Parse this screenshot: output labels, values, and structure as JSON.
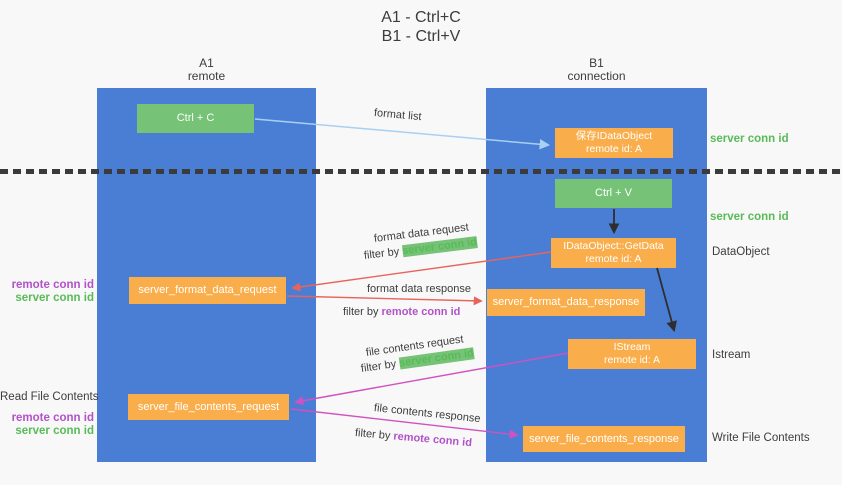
{
  "title": {
    "line1": "A1 - Ctrl+C",
    "line2": "B1 - Ctrl+V"
  },
  "lifelines": {
    "left": {
      "id": "A1",
      "subtitle": "remote"
    },
    "right": {
      "id": "B1",
      "subtitle": "connection"
    }
  },
  "nodes": {
    "ctrl_c": "Ctrl + C",
    "ctrl_v": "Ctrl + V",
    "save_idataobject_line1": "保存IDataObject",
    "save_idataobject_line2": "remote id: A",
    "getdata_line1": "IDataObject::GetData",
    "getdata_line2": "remote id: A",
    "istream_line1": "IStream",
    "istream_line2": "remote id: A",
    "format_request": "server_format_data_request",
    "format_response": "server_format_data_response",
    "file_request": "server_file_contents_request",
    "file_response": "server_file_contents_response"
  },
  "side_labels": {
    "server_conn_id_top": "server conn id",
    "server_conn_id_mid": "server conn id",
    "dataobject": "DataObject",
    "istream": "Istream",
    "write_file_contents": "Write File Contents",
    "read_file_contents": "Read File Contents",
    "left_group1_line1": "remote conn id",
    "left_group1_line2": "server conn id",
    "left_group2_line1": "remote conn id",
    "left_group2_line2": "server conn id"
  },
  "arrow_labels": {
    "format_list": "format list",
    "format_data_request": "format data request",
    "format_data_response": "format data response",
    "file_contents_request": "file contents request",
    "file_contents_response": "file contents response",
    "filter_by": "filter by ",
    "server_conn_id": "server conn id",
    "remote_conn_id": "remote conn id"
  },
  "colors": {
    "bg": "#f8f8f8",
    "lane_blue": "#4a7ed5",
    "green_box": "#76c277",
    "orange_box": "#f9ae4b",
    "green_text": "#58bb58",
    "purple_text": "#b252c8",
    "dark_text": "#3d3d3d",
    "arrow_blue": "#a8d0f0",
    "arrow_red": "#e9635c",
    "arrow_magenta": "#d051c0",
    "arrow_black": "#2e2e2e",
    "dash": "#3b3b3b"
  }
}
